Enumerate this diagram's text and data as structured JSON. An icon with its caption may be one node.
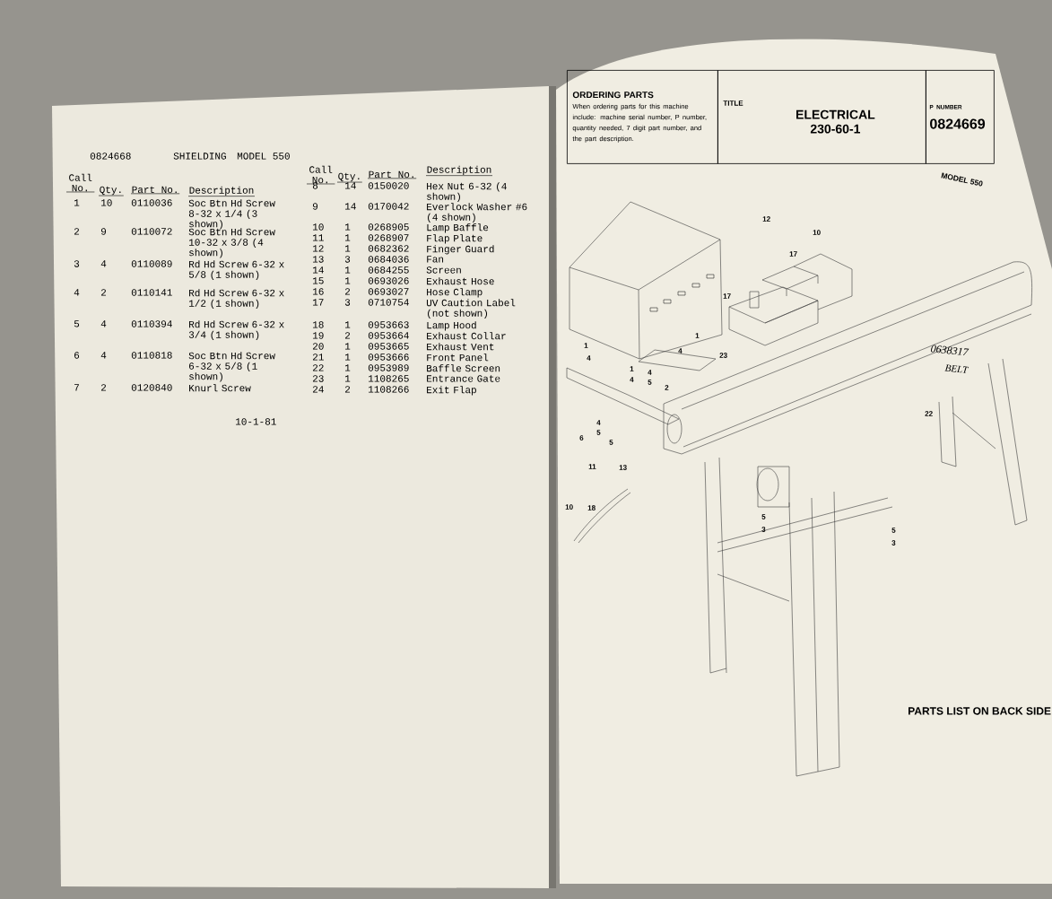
{
  "diagram": {
    "title": "PARTS LIST ON BACK SIDE",
    "nodes": [
      {
        "text": [
          "ORDERING PARTS",
          "When ordering parts for this machine include: machine serial number, P number, quantity needed, 7 digit part number, and the part description."
        ]
      },
      {
        "text": [
          "TITLE",
          "ELECTRICAL 230-60-1"
        ]
      },
      {
        "text": [
          "P NUMBER",
          "0824669"
        ]
      }
    ],
    "labels": [
      "0824668",
      "SHIELDING",
      "MODEL 550",
      "Call No.",
      "Qty.",
      "Part No.",
      "Description",
      "1",
      "10",
      "0110036",
      "Soc Btn Hd Screw 8-32 x 1/4 (3 shown)",
      "2",
      "9",
      "0110072",
      "Soc Btn Hd Screw 10-32 x 3/8 (4 shown)",
      "3",
      "4",
      "0110089",
      "Rd Hd Screw 6-32 x 5/8 (1 shown)",
      "4",
      "2",
      "0110141",
      "Rd Hd Screw 6-32 x 1/2 (1 shown)",
      "5",
      "4",
      "0110394",
      "Rd Hd Screw 6-32 x 3/4 (1 shown)",
      "6",
      "4",
      "0110818",
      "Soc Btn Hd Screw 6-32 x 5/8 (1 shown)",
      "7",
      "2",
      "0120840",
      "Knurl Screw",
      "Call No.",
      "Qty.",
      "Part No.",
      "Description",
      "8",
      "14",
      "0150020",
      "Hex Nut 6-32 (4 shown)",
      "9",
      "14",
      "0170042",
      "Everlock Washer #6 (4 shown)",
      "10",
      "1",
      "0268905",
      "Lamp Baffle",
      "11",
      "1",
      "0268907",
      "Flap Plate",
      "12",
      "1",
      "0682362",
      "Finger Guard",
      "13",
      "3",
      "0684036",
      "Fan",
      "14",
      "1",
      "0684255",
      "Screen",
      "15",
      "1",
      "0693026",
      "Exhaust Hose",
      "16",
      "2",
      "0693027",
      "Hose Clamp",
      "17",
      "3",
      "0710754",
      "UV Caution Label (not shown)",
      "18",
      "1",
      "0953663",
      "Lamp Hood",
      "19",
      "2",
      "0953664",
      "Exhaust Collar",
      "20",
      "1",
      "0953665",
      "Exhaust Vent",
      "21",
      "1",
      "0953666",
      "Front Panel",
      "22",
      "1",
      "0953989",
      "Baffle Screen",
      "23",
      "1",
      "1108265",
      "Entrance Gate",
      "24",
      "2",
      "1108266",
      "Exit Flap",
      "10-1-81",
      "MODEL 550",
      "12",
      "10",
      "17",
      "17",
      "1",
      "4",
      "23",
      "1",
      "4",
      "1",
      "4",
      "4",
      "5",
      "2",
      "6",
      "4",
      "5",
      "5",
      "11",
      "13",
      "10",
      "18",
      "5",
      "3",
      "5",
      "3",
      "22",
      "0638317",
      "BELT"
    ]
  }
}
